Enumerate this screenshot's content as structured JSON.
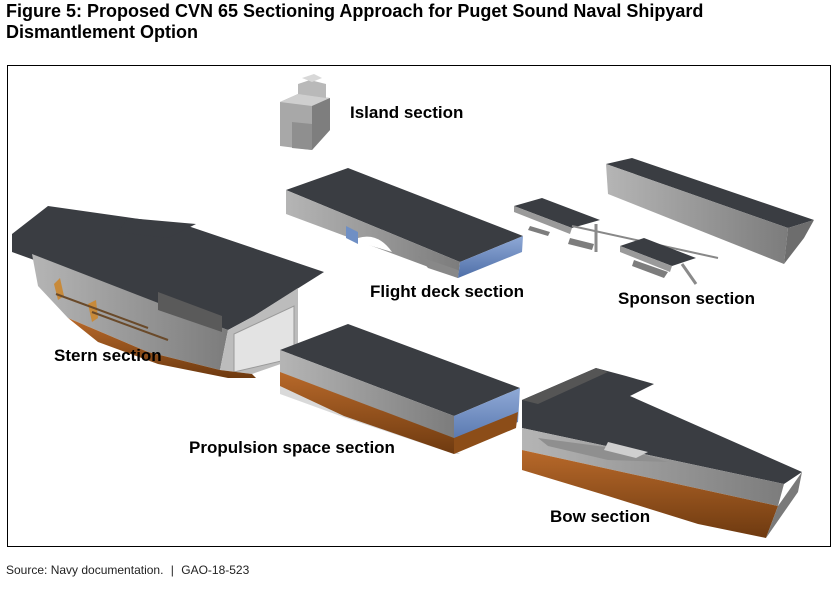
{
  "figure": {
    "title_line1": "Figure 5: Proposed CVN 65 Sectioning Approach for Puget Sound Naval Shipyard",
    "title_line2": "Dismantlement Option"
  },
  "labels": {
    "island": "Island section",
    "flight_deck": "Flight deck section",
    "sponson": "Sponson section",
    "stern": "Stern section",
    "propulsion": "Propulsion space section",
    "bow": "Bow section"
  },
  "source": {
    "text": "Source: Navy documentation.",
    "separator": "|",
    "report_id": "GAO-18-523"
  },
  "colors": {
    "deck": "#3a3d42",
    "hull_gray": "#9a9a9a",
    "hull_light": "#c4c4c4",
    "hull_copper": "#a05a1e",
    "section_blue": "#6f8fc4"
  }
}
